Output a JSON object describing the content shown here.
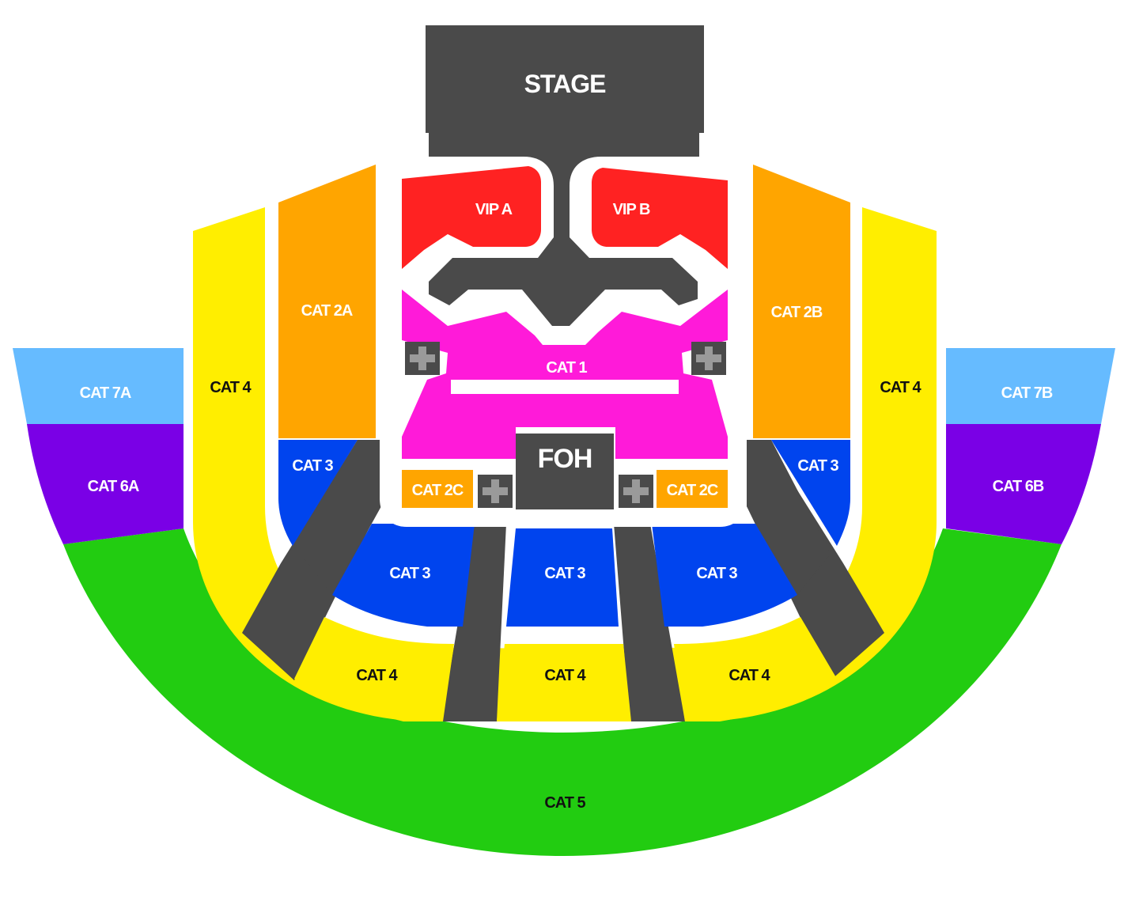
{
  "colors": {
    "stage": "#4a4a4a",
    "aisle": "#4a4a4a",
    "vip": "#ff2222",
    "cat1": "#ff1ad9",
    "cat2": "#ffa500",
    "cat3": "#0044ee",
    "cat4": "#ffee00",
    "cat5": "#22cc11",
    "cat6": "#7a00e6",
    "cat7": "#66bbff",
    "plus": "#9a9a9a"
  },
  "stage": {
    "label": "STAGE"
  },
  "foh": {
    "label": "FOH"
  },
  "sections": {
    "vip_a": "VIP A",
    "vip_b": "VIP B",
    "cat1": "CAT 1",
    "cat2a": "CAT 2A",
    "cat2b": "CAT 2B",
    "cat2c_left": "CAT 2C",
    "cat2c_right": "CAT 2C",
    "cat3_left": "CAT 3",
    "cat3_right": "CAT 3",
    "cat3_bottom_left": "CAT 3",
    "cat3_bottom_center": "CAT 3",
    "cat3_bottom_right": "CAT 3",
    "cat4_left": "CAT 4",
    "cat4_right": "CAT 4",
    "cat4_bottom_left": "CAT 4",
    "cat4_bottom_center": "CAT 4",
    "cat4_bottom_right": "CAT 4",
    "cat5": "CAT 5",
    "cat6a": "CAT 6A",
    "cat6b": "CAT 6B",
    "cat7a": "CAT 7A",
    "cat7b": "CAT 7B"
  },
  "icons": {
    "accessible": "plus-icon"
  }
}
